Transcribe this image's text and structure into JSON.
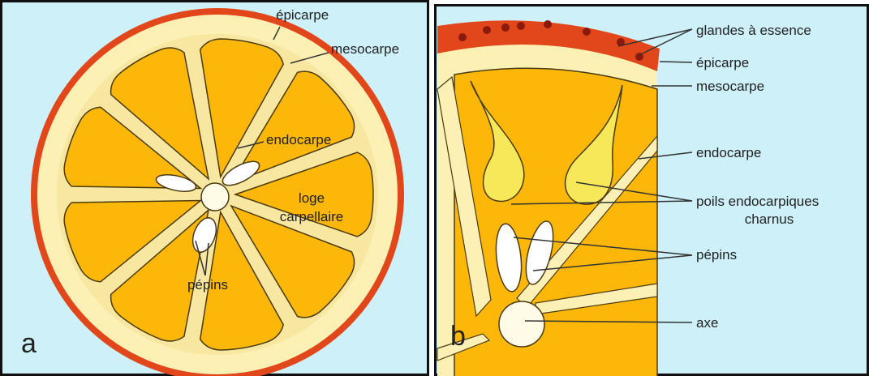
{
  "colors": {
    "background": "#cdf0f9",
    "epicarp": "#e1471b",
    "mesocarp": "#fdf0b5",
    "segment": "#fcb708",
    "seed": "#ffffff",
    "hair": "#f7e85a",
    "axis": "#fffbe6",
    "outline": "#4a3a10"
  },
  "panel_a": {
    "letter": "a",
    "labels": {
      "epicarpe": "épicarpe",
      "mesocarpe": "mesocarpe",
      "endocarpe": "endocarpe",
      "loge_line1": "loge",
      "loge_line2": "carpellaire",
      "pepins": "pépins"
    }
  },
  "panel_b": {
    "letter": "b",
    "labels": {
      "glandes": "glandes à essence",
      "epicarpe": "épicarpe",
      "mesocarpe": "mesocarpe",
      "endocarpe": "endocarpe",
      "poils_line1": "poils endocarpiques",
      "poils_line2": "charnus",
      "pepins": "pépins",
      "axe": "axe"
    }
  }
}
